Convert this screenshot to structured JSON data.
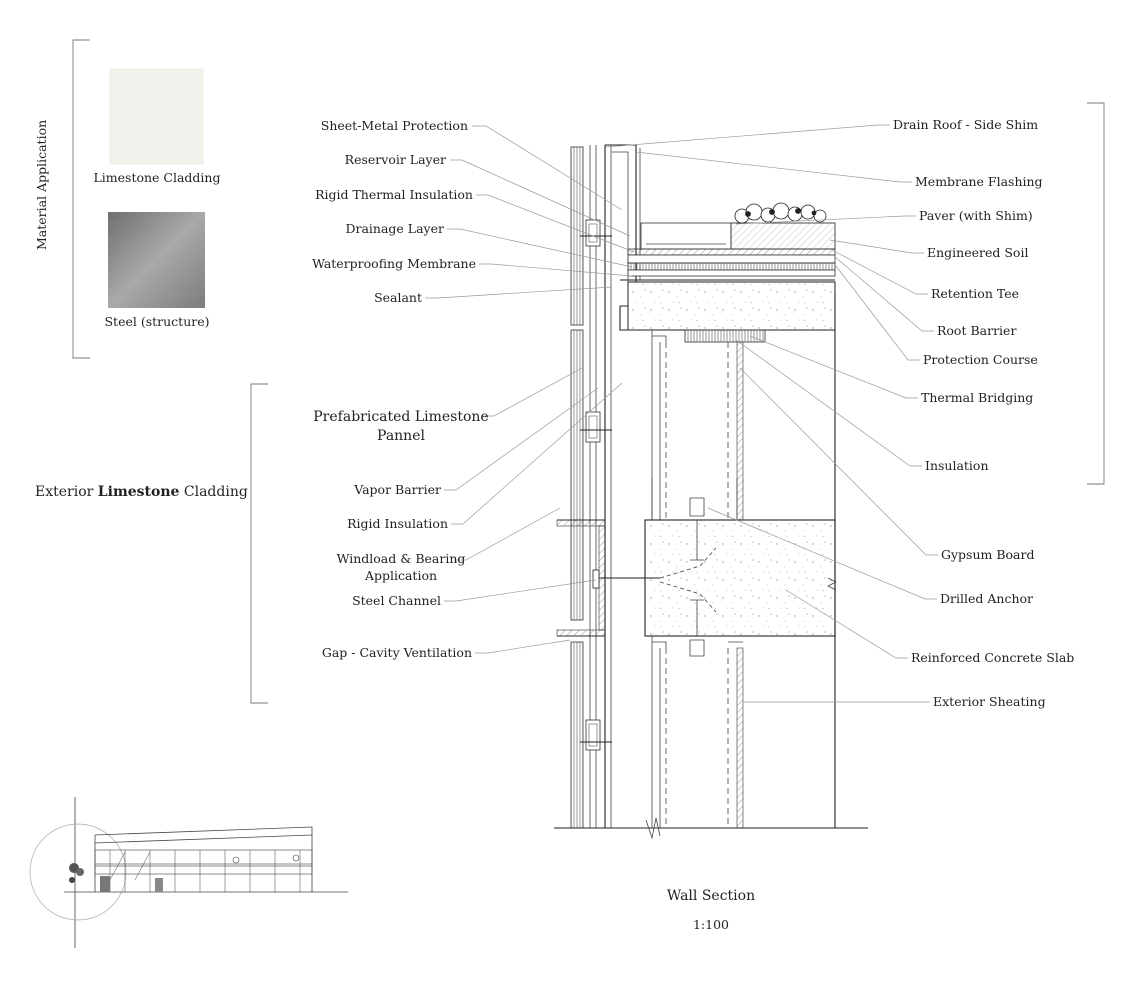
{
  "materials": {
    "heading": "Material Application",
    "items": [
      {
        "label": "Limestone Cladding"
      },
      {
        "label": "Steel (structure)"
      }
    ]
  },
  "cladding_group": {
    "prefix": "Exterior ",
    "bold": "Limestone",
    "suffix": " Cladding"
  },
  "left_labels": [
    "Sheet-Metal Protection",
    "Reservoir Layer",
    "Rigid Thermal Insulation",
    "Drainage Layer",
    "Waterproofing Membrane",
    "Sealant",
    "Prefabricated Limestone",
    "Pannel",
    "Vapor Barrier",
    "Rigid Insulation",
    "Windload & Bearing",
    "Application",
    "Steel Channel",
    "Gap - Cavity Ventilation"
  ],
  "right_labels": [
    "Drain Roof - Side Shim",
    "Membrane Flashing",
    "Paver (with Shim)",
    "Engineered Soil",
    "Retention Tee",
    "Root Barrier",
    "Protection Course",
    "Thermal Bridging",
    "Insulation",
    "Gypsum Board",
    "Drilled Anchor",
    "Reinforced Concrete Slab",
    "Exterior Sheating"
  ],
  "title": {
    "name": "Wall Section",
    "scale": "1:100"
  },
  "colors": {
    "limestone": "#f3f1ec",
    "steel": "#8e8e8e",
    "line": "#222222",
    "leader": "#9a9a9a"
  }
}
